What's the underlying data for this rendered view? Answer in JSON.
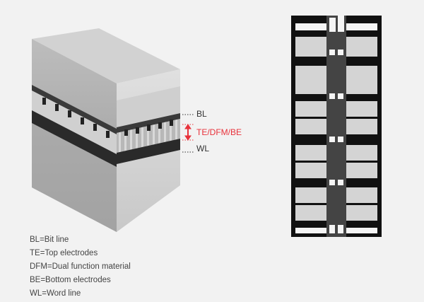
{
  "labels": {
    "bl": "BL",
    "te_dfm_be": "TE/DFM/BE",
    "wl": "WL"
  },
  "legend": [
    "BL=Bit line",
    "TE=Top electrodes",
    "DFM=Dual function material",
    "BE=Bottom electrodes",
    "WL=Word line"
  ],
  "colors": {
    "accent": "#e8313a",
    "background": "#f2f2f2"
  }
}
